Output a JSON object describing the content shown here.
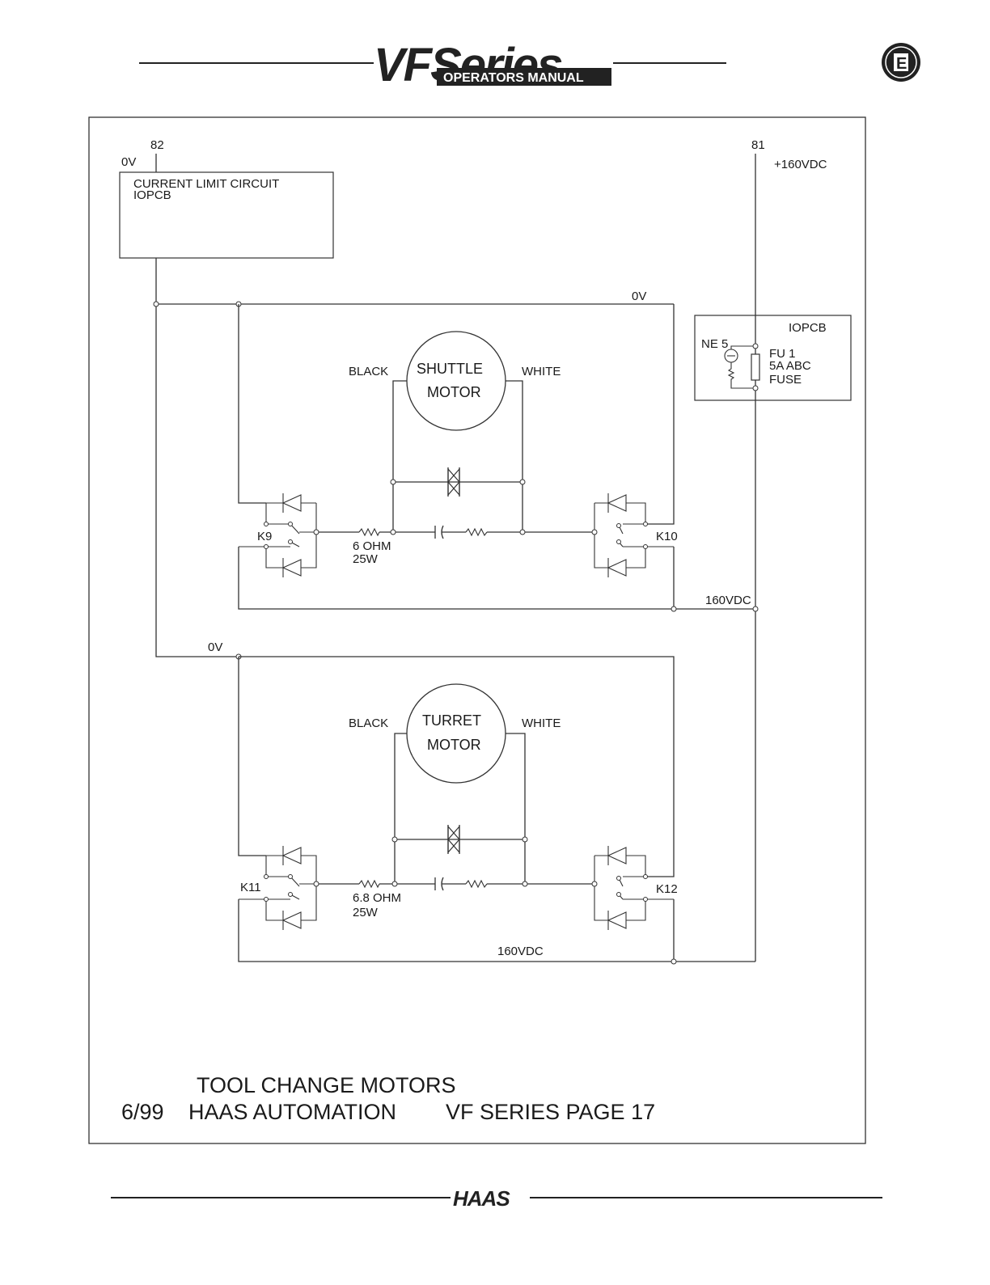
{
  "header": {
    "logo_main": "VFSeries",
    "logo_sub": "OPERATORS MANUAL",
    "section_badge": "E"
  },
  "diagram": {
    "wire_82": "82",
    "wire_81": "81",
    "zero_v_top": "0V",
    "plus_160vdc": "+160VDC",
    "current_limit_line1": "CURRENT LIMIT CIRCUIT",
    "current_limit_line2": "IOPCB",
    "iopcb_label": "IOPCB",
    "ne5": "NE 5",
    "fu1_line1": "FU 1",
    "fu1_line2": "5A ABC",
    "fu1_line3": "FUSE",
    "shuttle": {
      "zero_v": "0V",
      "motor_line1": "SHUTTLE",
      "motor_line2": "MOTOR",
      "black": "BLACK",
      "white": "WHITE",
      "relay_left": "K9",
      "relay_right": "K10",
      "resistor_line1": "6 OHM",
      "resistor_line2": "25W",
      "supply": "160VDC"
    },
    "turret": {
      "zero_v": "0V",
      "motor_line1": "TURRET",
      "motor_line2": "MOTOR",
      "black": "BLACK",
      "white": "WHITE",
      "relay_left": "K11",
      "relay_right": "K12",
      "resistor_line1": "6.8 OHM",
      "resistor_line2": "25W",
      "supply": "160VDC"
    },
    "caption_title": "TOOL CHANGE MOTORS",
    "caption_date": "6/99",
    "caption_company": "HAAS AUTOMATION",
    "caption_page": "VF SERIES  PAGE 17"
  },
  "footer": {
    "logo": "HAAS"
  }
}
